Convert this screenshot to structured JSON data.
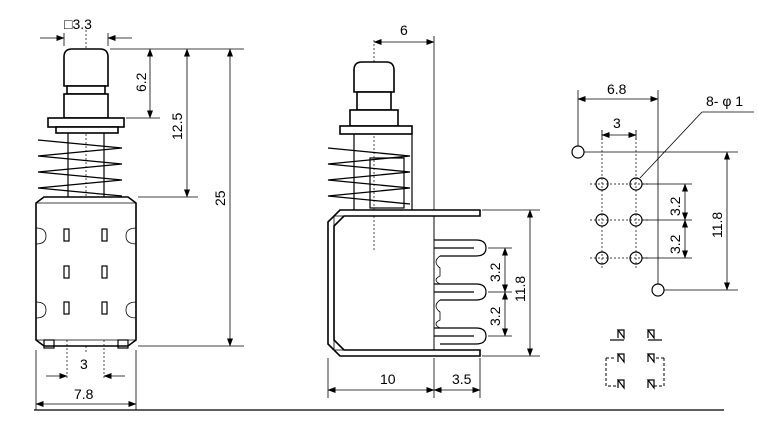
{
  "dimensions": {
    "front_square": "□3.3",
    "front_cap_height": "6.2",
    "front_travel": "12.5",
    "front_total_height": "25",
    "front_pin_pitch": "3",
    "front_body_width": "7.8",
    "side_top": "6",
    "side_pitch_1": "3.2",
    "side_pitch_2": "3.2",
    "side_span": "11.8",
    "side_bottom_left": "10",
    "side_bottom_right": "3.5",
    "pcb_width": "6.8",
    "pcb_pitch_x": "3",
    "pcb_holes": "8- φ 1",
    "pcb_pitch_y1": "3.2",
    "pcb_pitch_y2": "3.2",
    "pcb_span": "11.8"
  }
}
